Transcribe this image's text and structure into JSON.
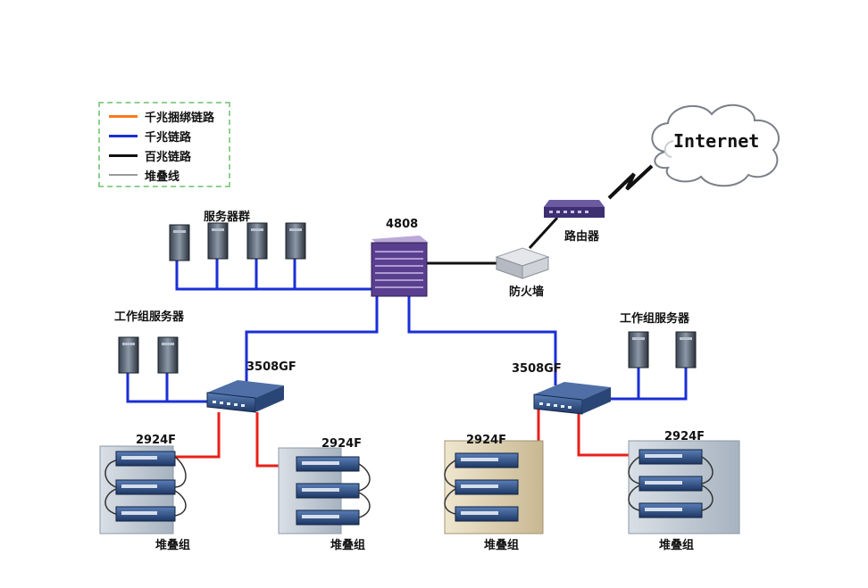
{
  "legend": {
    "items": [
      {
        "label": "千兆捆绑链路",
        "color": "#ff7a1a"
      },
      {
        "label": "千兆链路",
        "color": "#1a2fd6"
      },
      {
        "label": "百兆链路",
        "color": "#111111"
      },
      {
        "label": "堆叠线",
        "color": "#9a9a9a"
      }
    ]
  },
  "labels": {
    "internet": "Internet",
    "router": "路由器",
    "firewall": "防火墙",
    "core": "4808",
    "server_group": "服务器群",
    "wg_server_left": "工作组服务器",
    "wg_server_right": "工作组服务器",
    "agg_left": "3508GF",
    "agg_right": "3508GF",
    "access": [
      "2924F",
      "2924F",
      "2924F",
      "2924F"
    ],
    "stack": [
      "堆叠组",
      "堆叠组",
      "堆叠组",
      "堆叠组"
    ]
  },
  "colors": {
    "gigabit": "#1a2fd6",
    "bundle": "#e8201a",
    "fast": "#111111",
    "stack": "#9a9a9a"
  }
}
